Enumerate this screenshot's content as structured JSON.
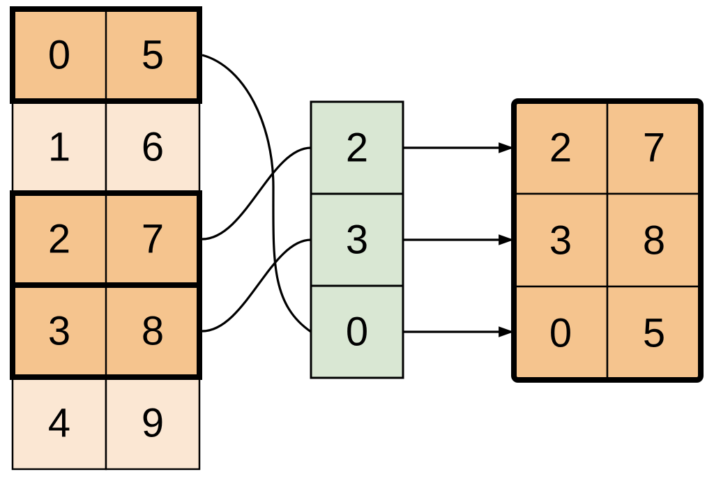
{
  "colors": {
    "highlight_fill": "#F5C48E",
    "muted_fill": "#FBE7D3",
    "index_fill": "#D9E7D3",
    "line": "#000000",
    "background": "#FFFFFF"
  },
  "source_table": {
    "rows": [
      {
        "col0": "0",
        "col1": "5",
        "highlighted": true
      },
      {
        "col0": "1",
        "col1": "6",
        "highlighted": false
      },
      {
        "col0": "2",
        "col1": "7",
        "highlighted": true
      },
      {
        "col0": "3",
        "col1": "8",
        "highlighted": true
      },
      {
        "col0": "4",
        "col1": "9",
        "highlighted": false
      }
    ]
  },
  "index_column": {
    "values": [
      "2",
      "3",
      "0"
    ]
  },
  "result_table": {
    "rows": [
      {
        "col0": "2",
        "col1": "7"
      },
      {
        "col0": "3",
        "col1": "8"
      },
      {
        "col0": "0",
        "col1": "5"
      }
    ]
  }
}
